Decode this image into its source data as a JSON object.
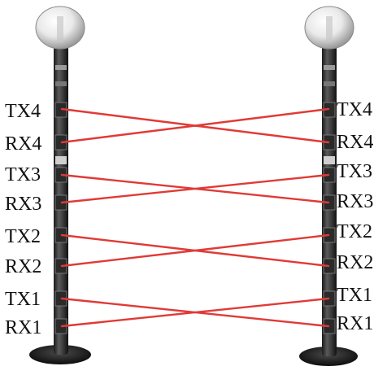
{
  "left_tower": {
    "labels": [
      "TX4",
      "RX4",
      "TX3",
      "RX3",
      "TX2",
      "RX2",
      "TX1",
      "RX1"
    ]
  },
  "right_tower": {
    "labels": [
      "TX4",
      "RX4",
      "TX3",
      "RX3",
      "TX2",
      "RX2",
      "TX1",
      "RX1"
    ]
  },
  "beam_color": "#e03a36",
  "beams": [
    {
      "from": "left.TX4",
      "to": "right.RX4"
    },
    {
      "from": "left.RX4",
      "to": "right.TX4"
    },
    {
      "from": "left.TX3",
      "to": "right.RX3"
    },
    {
      "from": "left.RX3",
      "to": "right.TX3"
    },
    {
      "from": "left.TX2",
      "to": "right.RX2"
    },
    {
      "from": "left.RX2",
      "to": "right.TX2"
    },
    {
      "from": "left.TX1",
      "to": "right.RX1"
    },
    {
      "from": "left.RX1",
      "to": "right.TX1"
    }
  ]
}
